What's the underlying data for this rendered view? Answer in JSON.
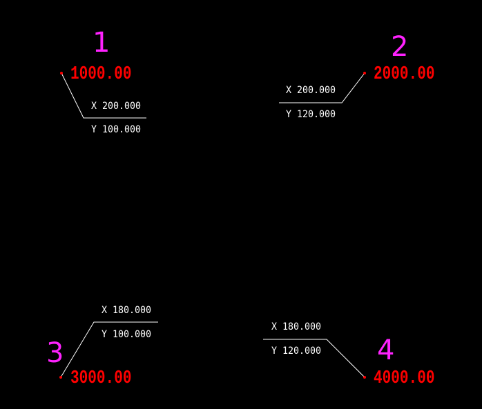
{
  "colors": {
    "background": "#000000",
    "index": "#ff22ff",
    "elevation": "#ff0000",
    "leader": "#ffffff"
  },
  "markers": [
    {
      "index": "1",
      "elevation": "1000.00",
      "x_label": "X 200.000",
      "y_label": "Y 100.000"
    },
    {
      "index": "2",
      "elevation": "2000.00",
      "x_label": "X 200.000",
      "y_label": "Y 120.000"
    },
    {
      "index": "3",
      "elevation": "3000.00",
      "x_label": "X 180.000",
      "y_label": "Y 100.000"
    },
    {
      "index": "4",
      "elevation": "4000.00",
      "x_label": "X 180.000",
      "y_label": "Y 120.000"
    }
  ]
}
